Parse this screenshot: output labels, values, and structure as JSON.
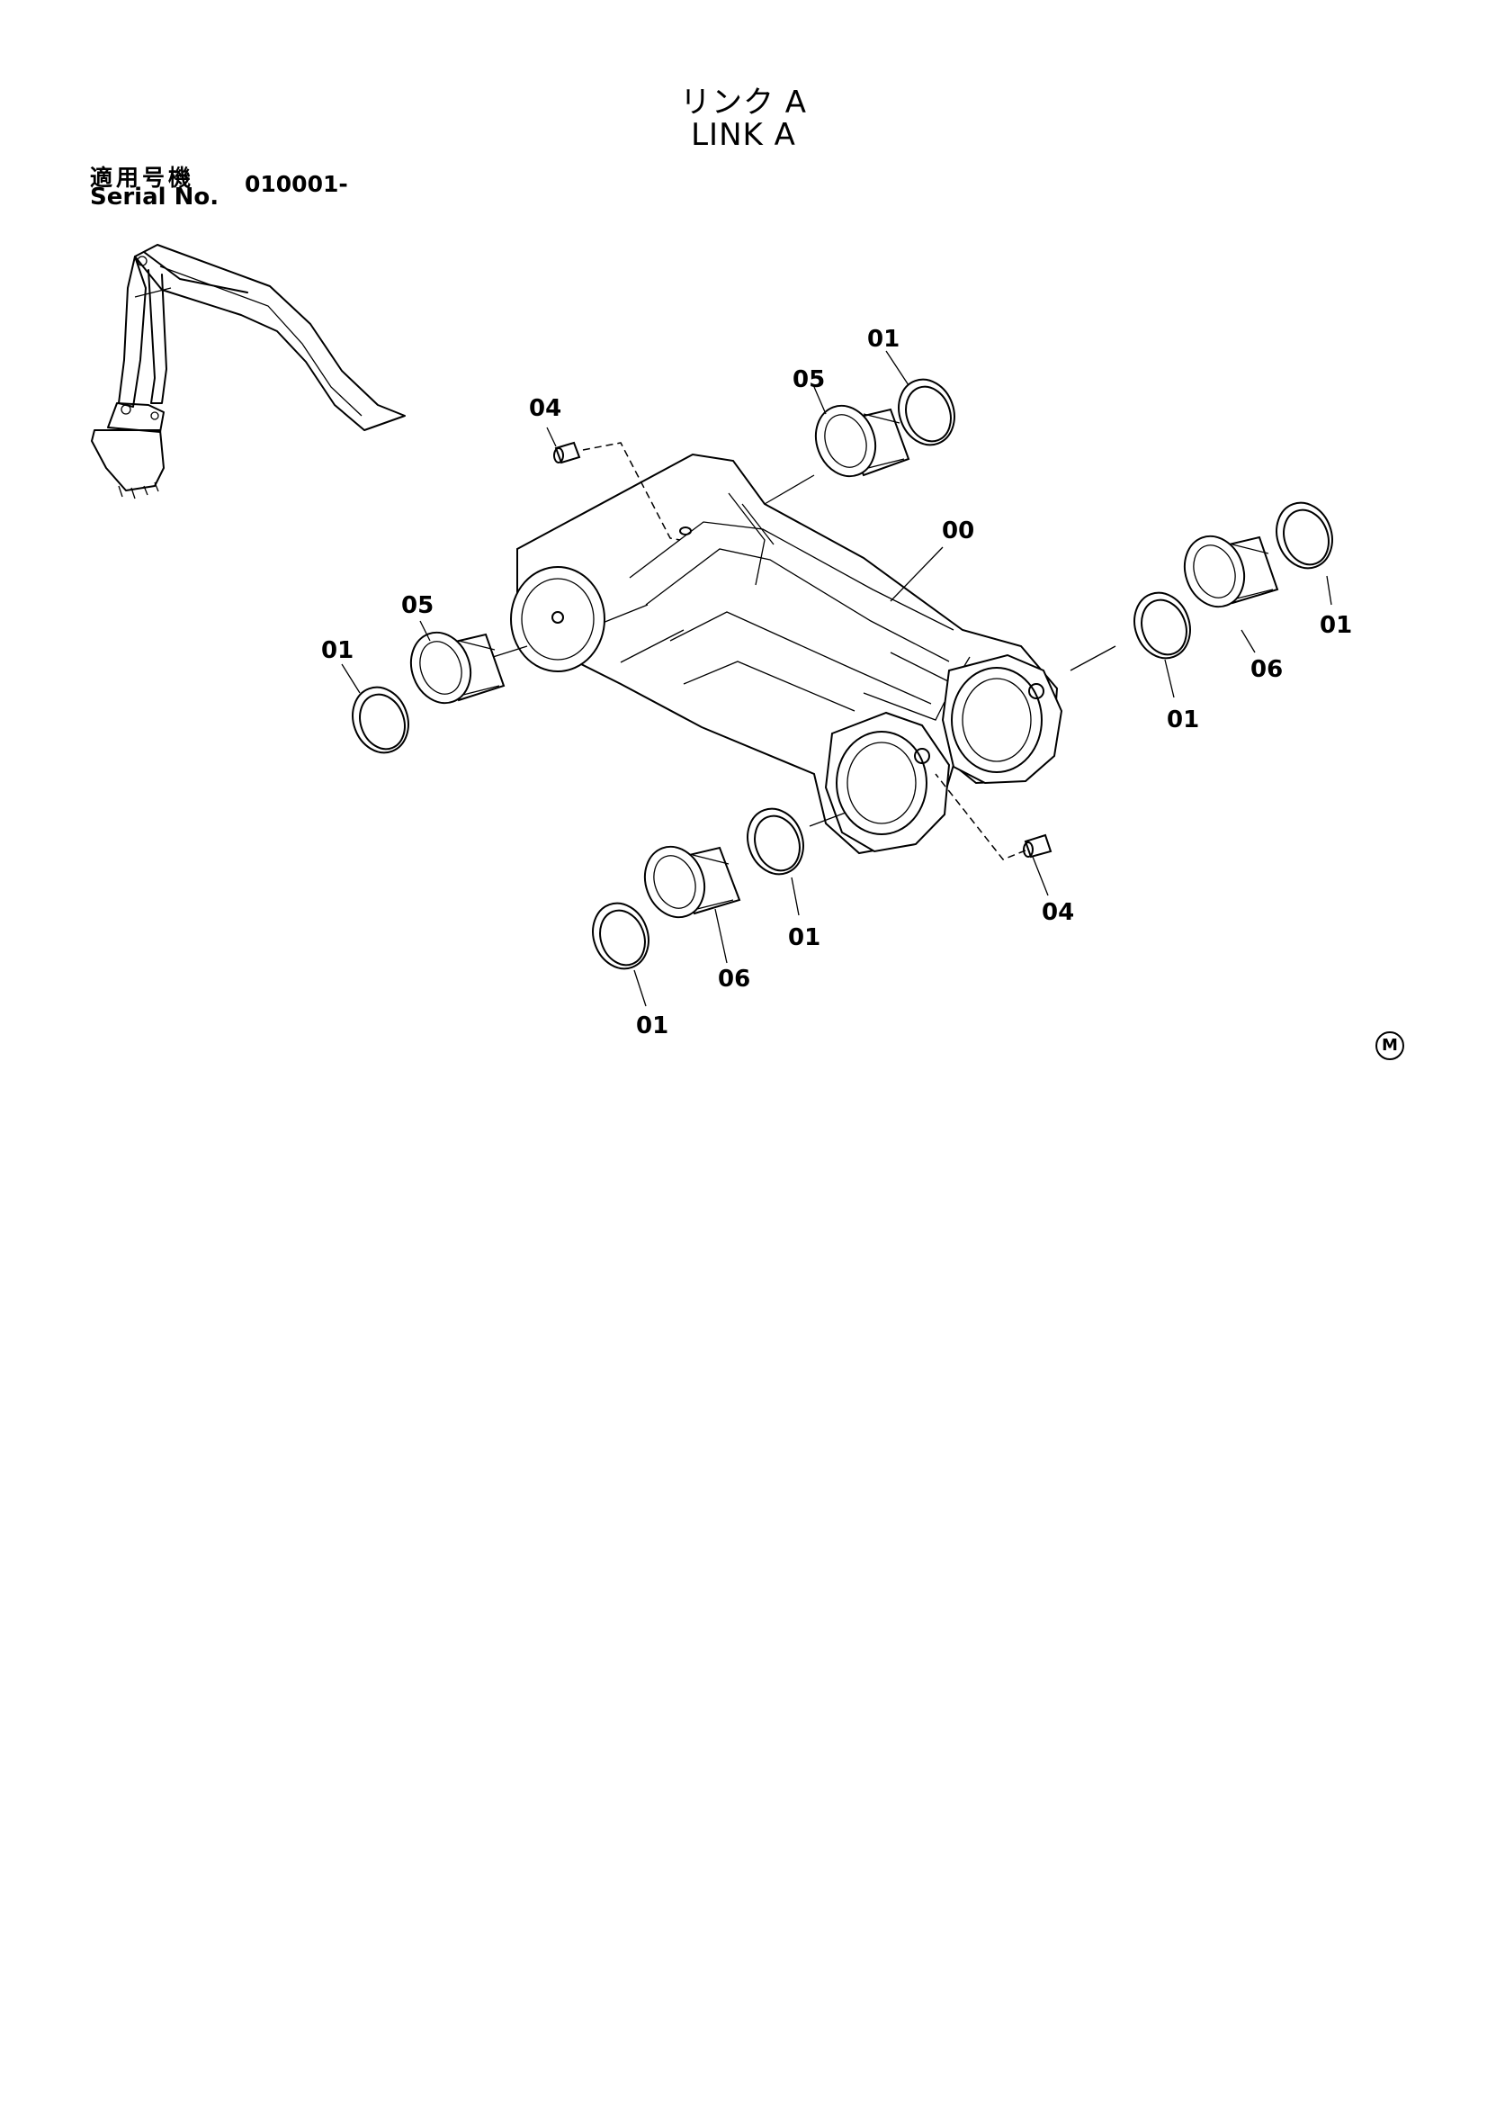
{
  "title": {
    "japanese": "リンク A",
    "english": "LINK A"
  },
  "serial": {
    "label_japanese": "適用号機",
    "label_english": "Serial No.",
    "value": "010001-"
  },
  "part_labels": [
    "00",
    "01",
    "01",
    "01",
    "01",
    "01",
    "01",
    "04",
    "04",
    "05",
    "05",
    "06",
    "06"
  ],
  "mark": "M",
  "icons": [
    "excavator-arm-icon",
    "link-assembly-icon",
    "seal-ring-icon",
    "bushing-icon",
    "grease-fitting-icon"
  ]
}
